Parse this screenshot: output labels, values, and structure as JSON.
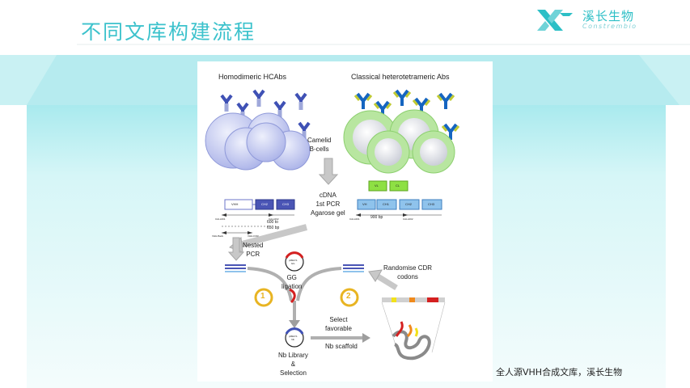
{
  "slide": {
    "title": "不同文库构建流程",
    "logo_name": "溪长生物",
    "logo_subtitle": "Constrembio",
    "caption": "全人源VHH合成文库，溪长生物"
  },
  "figure": {
    "left_header": "Homodimeric HCAbs",
    "right_header": "Classical heterotetrameric Abs",
    "camelid_label": "Camelid\nB-cells",
    "cdna_label": "cDNA\n1st PCR\nAgarose gel",
    "left_gene_boxes": [
      "VHH",
      "CH2",
      "CH3"
    ],
    "left_small_labels": [
      "CALL001",
      "CALL002"
    ],
    "size_label_1": "600 to\n650 bp",
    "vhh_primer_labels": [
      "VHH-Back",
      "VHH-FOR"
    ],
    "light_chain_boxes": [
      "VL",
      "CL"
    ],
    "right_gene_boxes": [
      "VH",
      "CH1",
      "CH2",
      "CH3"
    ],
    "right_small_labels": [
      "CALL001",
      "CALL002"
    ],
    "size_label_2": "900 bp",
    "nested_pcr_label": "Nested\nPCR",
    "gg_label": "GG\nligation",
    "plasmid_top_label": "pMECS\nGG",
    "plasmid_bottom_label": "pMECS\nNb",
    "step1": "1",
    "step2": "2",
    "randomise_label": "Randomise CDR\ncodons",
    "select_label": "Select\nfavorable",
    "scaffold_label": "Nb scaffold",
    "library_label": "Nb Library\n&\nSelection"
  },
  "colors": {
    "accent": "#3cc2cc",
    "band": "#c9f1f3",
    "hcab_cell": "#c4c9f0",
    "classic_cell_ring": "#b8e6a0",
    "classic_cell_core": "#e2e4ea",
    "gene_dark": "#4a55b5",
    "gene_light": "#8fc3ec",
    "light_chain": "#8ee043",
    "step_circle": "#e8b422",
    "arrow_gray": "#b0b0b0",
    "plasmid_red": "#d42020"
  }
}
